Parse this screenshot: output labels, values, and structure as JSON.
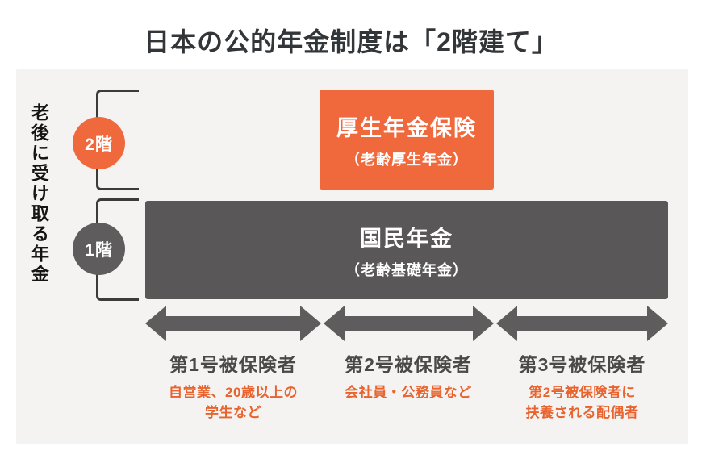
{
  "title": "日本の公的年金制度は「2階建て」",
  "side_label": "老後に受け取る年金",
  "floors": {
    "second": {
      "badge": "2階"
    },
    "first": {
      "badge": "1階"
    }
  },
  "boxes": {
    "kosei": {
      "name": "厚生年金保険",
      "sub": "（老齢厚生年金）"
    },
    "kokumin": {
      "name": "国民年金",
      "sub": "（老齢基礎年金）"
    }
  },
  "categories": [
    {
      "label": "第1号被保険者",
      "desc": "自営業、20歳以上の\n学生など"
    },
    {
      "label": "第2号被保険者",
      "desc": "会社員・公務員など"
    },
    {
      "label": "第3号被保険者",
      "desc": "第2号被保険者に\n扶養される配偶者"
    }
  ],
  "colors": {
    "accent_orange": "#F0693C",
    "dark_gray": "#595757",
    "arrow_gray": "#5E5C5C",
    "panel_bg": "#F4F3F2",
    "desc_orange": "#E8632E"
  }
}
